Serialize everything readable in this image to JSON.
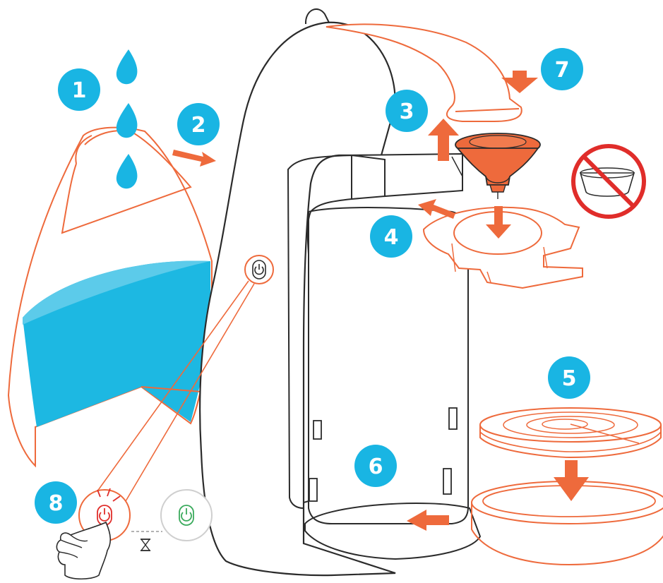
{
  "steps": [
    {
      "number": "1"
    },
    {
      "number": "2"
    },
    {
      "number": "3"
    },
    {
      "number": "4"
    },
    {
      "number": "5"
    },
    {
      "number": "6"
    },
    {
      "number": "7"
    },
    {
      "number": "8"
    }
  ],
  "colors": {
    "orange": "#EE6A3C",
    "cyan": "#19B5E3",
    "water": "#1DB8E2",
    "water_light": "#5CCBEA",
    "red": "#E02D2A",
    "green": "#3AAA5C",
    "outline": "#2b2b2b"
  },
  "icons": {
    "power_button": "power-icon",
    "no_capsule": "no-capsule-sign",
    "hourglass": "hourglass-icon",
    "hand": "pointing-hand-icon"
  }
}
